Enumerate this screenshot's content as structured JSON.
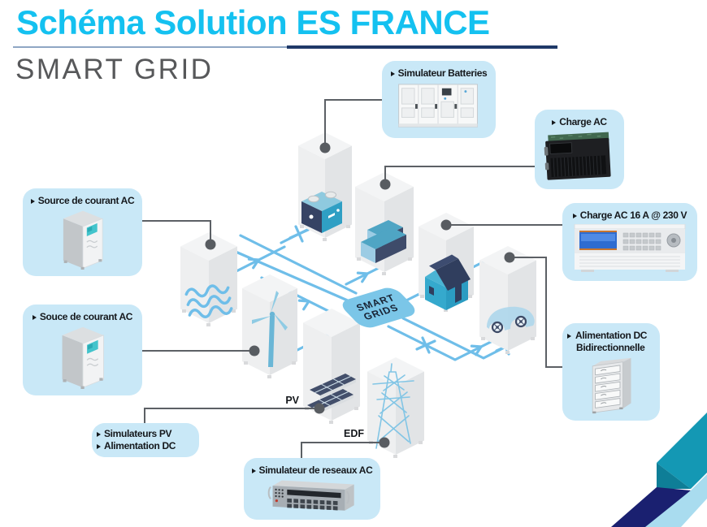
{
  "header": {
    "title": "Schéma Solution ES FRANCE",
    "subtitle": "SMART GRID"
  },
  "node": {
    "line1": "SMART",
    "line2": "GRIDS"
  },
  "labels": {
    "pv": "PV",
    "edf": "EDF"
  },
  "callouts": {
    "sim_batteries": {
      "items": [
        "Simulateur Batteries"
      ]
    },
    "charge_ac": {
      "items": [
        "Charge AC"
      ]
    },
    "charge_ac_16a": {
      "items": [
        "Charge AC 16 A @ 230 V"
      ]
    },
    "alim_dc_bidir": {
      "items": [
        "Alimentation DC Bidirectionnelle"
      ]
    },
    "source_ac": {
      "items": [
        "Source de courant AC"
      ]
    },
    "souce_ac": {
      "items": [
        "Souce de courant AC"
      ]
    },
    "sim_pv": {
      "items": [
        "Simulateurs PV",
        "Alimentation DC"
      ]
    },
    "sim_reseaux": {
      "items": [
        "Simulateur de reseaux AC"
      ]
    }
  },
  "icons": {
    "tower_icons": [
      "wave",
      "battery-pack",
      "battery-blocks",
      "house",
      "electric-car",
      "wind-turbine",
      "solar-panels",
      "transmission-tower"
    ]
  },
  "colors": {
    "accent_cyan": "#14C1F0",
    "rule_navy": "#1F3968",
    "callout_bg": "#C9E8F7",
    "network_blue": "#6FBEE9",
    "ribbon_teal": "#1498B4",
    "ribbon_teal_dark": "#0E7E97",
    "ribbon_navy": "#1A2070",
    "ribbon_light": "#A9DCEF"
  }
}
